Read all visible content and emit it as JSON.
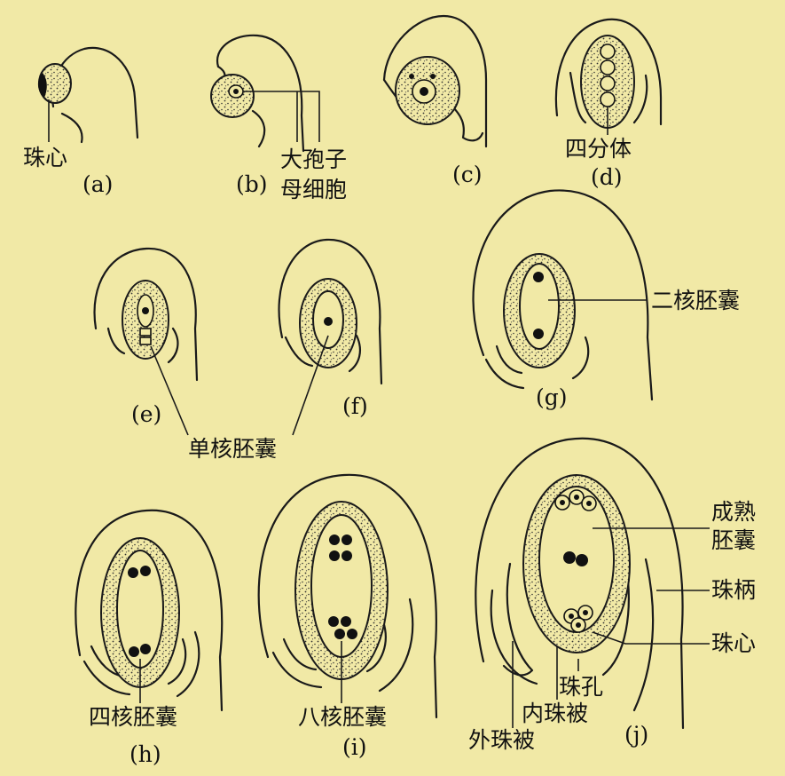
{
  "panels": {
    "a": "(a)",
    "b": "(b)",
    "c": "(c)",
    "d": "(d)",
    "e": "(e)",
    "f": "(f)",
    "g": "(g)",
    "h": "(h)",
    "i": "(i)",
    "j": "(j)"
  },
  "labels": {
    "nucellus_a": "珠心",
    "megaspore_mother_cell_line1": "大孢子",
    "megaspore_mother_cell_line2": "母细胞",
    "tetrad": "四分体",
    "two_nucleate_sac": "二核胚囊",
    "uninucleate_sac": "单核胚囊",
    "four_nucleate_sac": "四核胚囊",
    "eight_nucleate_sac": "八核胚囊",
    "mature_sac_line1": "成熟",
    "mature_sac_line2": "胚囊",
    "funiculus": "珠柄",
    "nucellus_j": "珠心",
    "micropyle": "珠孔",
    "inner_integument": "内珠被",
    "outer_integument": "外珠被"
  },
  "colors": {
    "background": "#f1e9a6",
    "ink": "#1a1a1a"
  }
}
